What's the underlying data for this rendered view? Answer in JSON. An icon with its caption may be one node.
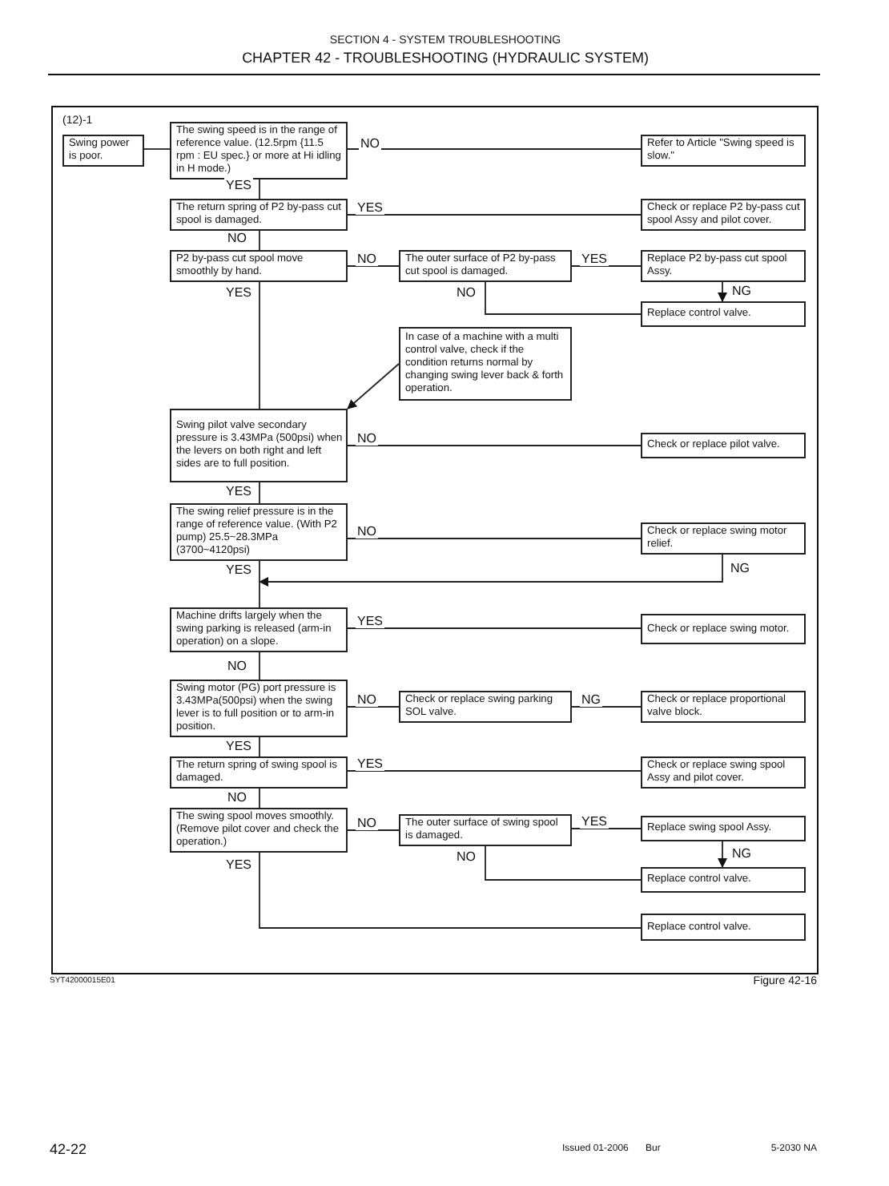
{
  "diagram": {
    "title": "CHAPTER 42 - TROUBLESHOOTING (HYDRAULIC SYSTEM)",
    "caption": "Figure 42-16",
    "nodes": [
      {
        "text": [
          "Swing power is poor."
        ],
        "beside": [
          "(12)-1"
        ]
      },
      {
        "text": [
          "The swing speed is in the range of reference value. (12.5rpm {11.5 rpm : EU spec.} or more at Hi idling in H mode.)"
        ]
      },
      {
        "text": [
          "Refer to Article \"Swing speed is slow.\""
        ]
      },
      {
        "text": [
          "The return spring of P2 by-pass cut spool is damaged."
        ]
      },
      {
        "text": [
          "Check or replace P2 by-pass cut spool Assy and pilot cover."
        ]
      },
      {
        "text": [
          "P2 by-pass cut spool move smoothly by hand."
        ]
      },
      {
        "text": [
          "The outer surface of P2 by-pass cut spool is damaged."
        ]
      },
      {
        "text": [
          "Replace P2 by-pass cut spool Assy."
        ]
      },
      {
        "text": [
          "Replace control valve."
        ]
      },
      {
        "text": [
          "In case of a machine with a multi control valve, check if the condition returns normal by changing swing lever back & forth operation."
        ]
      },
      {
        "text": [
          "Swing pilot valve secondary pressure is 3.43MPa (500psi) when the levers on both right and left sides are to full position."
        ]
      },
      {
        "text": [
          "Check or replace pilot valve."
        ]
      },
      {
        "text": [
          "The swing relief pressure is in the range of reference value. (With P2 pump) 25.5~28.3MPa (3700~4120psi)"
        ]
      },
      {
        "text": [
          "Check or replace swing motor relief."
        ]
      },
      {
        "text": [
          "Machine drifts largely when the swing parking is released (arm-in operation) on a slope."
        ]
      },
      {
        "text": [
          "Check or replace swing motor."
        ]
      },
      {
        "text": [
          "Swing motor (PG) port pressure is 3.43MPa(500psi) when the swing lever is to full position or to arm-in position."
        ]
      },
      {
        "text": [
          "Check or replace swing parking SOL valve."
        ]
      },
      {
        "text": [
          "Check or replace proportional valve block."
        ]
      },
      {
        "text": [
          "The return spring of swing spool is damaged."
        ]
      },
      {
        "text": [
          "Check or replace swing spool Assy and pilot cover."
        ]
      },
      {
        "text": [
          "The swing spool moves smoothly. (Remove pilot cover and check the operation.)"
        ]
      },
      {
        "text": [
          "The outer surface of swing spool is damaged."
        ]
      },
      {
        "text": [
          "Replace swing spool Assy."
        ]
      },
      {
        "text": [
          "Replace control valve."
        ]
      },
      {
        "text": [
          "Replace control valve."
        ]
      }
    ],
    "edges": [
      {
        "from": 0,
        "to": 1,
        "arrow": "none"
      },
      {
        "from": 1,
        "to": 2,
        "arrow": "none",
        "label": "NO"
      },
      {
        "from": 1,
        "to": 3,
        "arrow": "none",
        "label": "YES"
      },
      {
        "from": 3,
        "to": 4,
        "arrow": "none",
        "label": "YES"
      },
      {
        "from": 3,
        "to": 5,
        "arrow": "none",
        "label": "NO"
      },
      {
        "from": 5,
        "to": 6,
        "arrow": "none",
        "label": "NO"
      },
      {
        "from": 6,
        "to": 7,
        "arrow": "none",
        "label": "YES"
      },
      {
        "from": 7,
        "to": 8,
        "arrow": "to",
        "label": "NG"
      },
      {
        "from": 6,
        "to": 8,
        "arrow": "none",
        "label": "NO"
      },
      {
        "from": 5,
        "to": 10,
        "arrow": "none",
        "label": "YES"
      },
      {
        "from": 9,
        "to": 10,
        "arrow": "to"
      },
      {
        "from": 10,
        "to": 11,
        "arrow": "none",
        "label": "NO"
      },
      {
        "from": 10,
        "to": 12,
        "arrow": "none",
        "label": "YES"
      },
      {
        "from": 12,
        "to": 13,
        "arrow": "none",
        "label": "NO"
      },
      {
        "from": 13,
        "to": 14,
        "arrow": "to",
        "label": "NG"
      },
      {
        "from": 12,
        "to": 14,
        "arrow": "none",
        "label": "YES"
      },
      {
        "from": 14,
        "to": 15,
        "arrow": "none",
        "label": "YES"
      },
      {
        "from": 14,
        "to": 16,
        "arrow": "none",
        "label": "NO"
      },
      {
        "from": 16,
        "to": 17,
        "arrow": "none",
        "label": "NO"
      },
      {
        "from": 17,
        "to": 18,
        "arrow": "none",
        "label": "NG"
      },
      {
        "from": 16,
        "to": 19,
        "arrow": "none",
        "label": "YES"
      },
      {
        "from": 19,
        "to": 20,
        "arrow": "none",
        "label": "YES"
      },
      {
        "from": 19,
        "to": 21,
        "arrow": "none",
        "label": "NO"
      },
      {
        "from": 21,
        "to": 22,
        "arrow": "none",
        "label": "NO"
      },
      {
        "from": 22,
        "to": 23,
        "arrow": "none",
        "label": "YES"
      },
      {
        "from": 23,
        "to": 24,
        "arrow": "to",
        "label": "NG"
      },
      {
        "from": 22,
        "to": 24,
        "arrow": "none",
        "label": "NO"
      },
      {
        "from": 21,
        "to": 25,
        "arrow": "none",
        "label": "YES"
      }
    ],
    "labels": [
      "SECTION 4 - SYSTEM TROUBLESHOOTING",
      "SYT42000015E01",
      "42-22",
      "Issued 01-2006",
      "Bur",
      "5-2030 NA"
    ]
  }
}
